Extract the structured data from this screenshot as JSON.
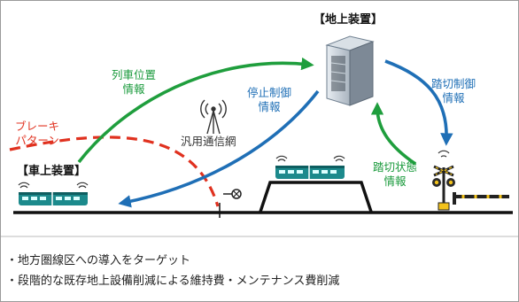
{
  "title_ground": "【地上装置】",
  "title_onboard": "【車上装置】",
  "label_train_position": [
    "列車位置",
    "情報"
  ],
  "label_stop_control": [
    "停止制御",
    "情報"
  ],
  "label_crossing_control": [
    "踏切制御",
    "情報"
  ],
  "label_crossing_status": [
    "踏切状態",
    "情報"
  ],
  "label_brake_pattern": [
    "ブレーキ",
    "パターン"
  ],
  "label_network": "汎用通信網",
  "bullets": [
    "・地方圏線区への導入をターゲット",
    "・段階的な既存地上設備削減による維持費・メンテナンス費削減"
  ],
  "colors": {
    "green_arrow": "#1f9e3d",
    "blue_arrow": "#1f6fb6",
    "red_pattern": "#e0311f",
    "train_body": "#1c8a8c",
    "cabinet": "#6f7f8f"
  }
}
